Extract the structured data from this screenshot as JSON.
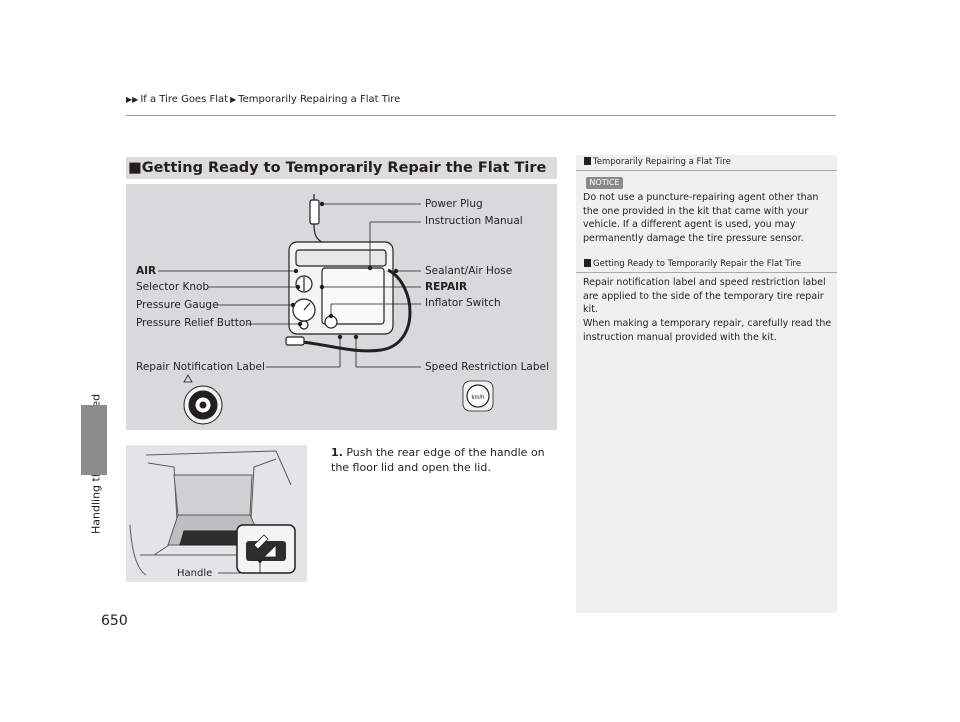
{
  "breadcrumb": {
    "arrows": "▶▶",
    "part1": "If a Tire Goes Flat",
    "sep": "▶",
    "part2": "Temporarily Repairing a Flat Tire"
  },
  "side_tab": {
    "label": "Handling the Unexpected"
  },
  "page_number": "650",
  "section": {
    "heading": "■Getting Ready to Temporarily Repair the Flat Tire"
  },
  "diagram_labels": {
    "power_plug": "Power Plug",
    "instruction_manual": "Instruction Manual",
    "air": "AIR",
    "selector_knob": "Selector Knob",
    "sealant_air_hose": "Sealant/Air Hose",
    "repair": "REPAIR",
    "pressure_gauge": "Pressure Gauge",
    "inflator_switch": "Inflator Switch",
    "pressure_relief_button": "Pressure Relief Button",
    "repair_notification_label": "Repair Notification Label",
    "speed_restriction_label": "Speed Restriction Label"
  },
  "step1": {
    "number": "1.",
    "text": "Push the rear edge of the handle on the floor lid and open the lid."
  },
  "photo_labels": {
    "handle": "Handle"
  },
  "notes": {
    "note1_title": "Temporarily Repairing a Flat Tire",
    "notice_badge": "NOTICE",
    "note1_text": "Do not use a puncture-repairing agent other than the one provided in the kit that came with your vehicle. If a different agent is used, you may permanently damage the tire pressure sensor.",
    "note2_title": "Getting Ready to Temporarily Repair the Flat Tire",
    "note2_para1": "Repair notification label and speed restriction label are applied to the side of the temporary tire repair kit.",
    "note2_para2": "When making a temporary repair, carefully read the instruction manual provided with the kit."
  }
}
